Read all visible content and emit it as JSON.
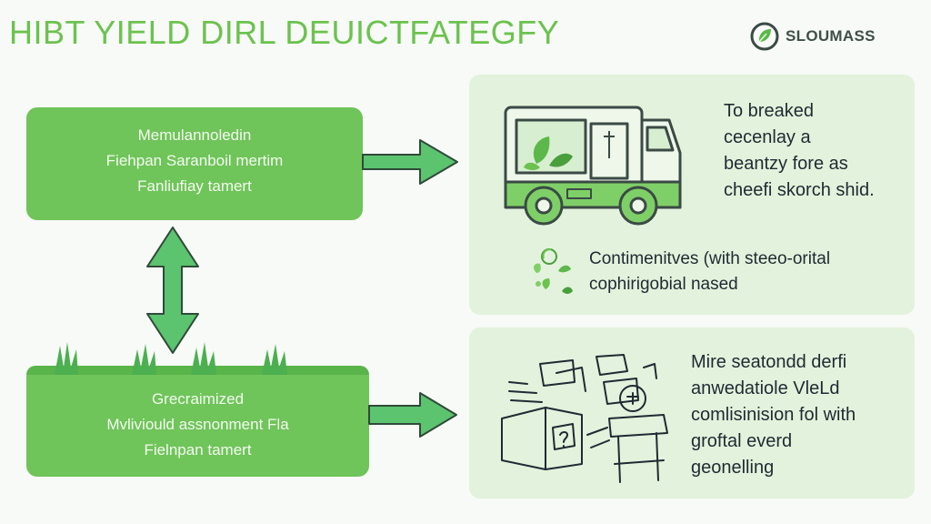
{
  "header": {
    "title": "HIBT YIELD DIRL DEUICTFATEGFY",
    "brand_name": "SLOUMASS"
  },
  "left_boxes": {
    "top": {
      "lines": [
        "Memulannoledin",
        "Fiehpan Saranboil mertim",
        "Fanliufiay tamert"
      ]
    },
    "bottom": {
      "lines": [
        "Grecraimized",
        "Mvliviould assnonment Fla",
        "Fielnpan tamert"
      ]
    }
  },
  "panel_top": {
    "text_lines": [
      "To breaked",
      "cecenlay a",
      "beantzy fore as",
      "cheefi skorch shid."
    ],
    "note_lines": [
      "Contimenitves (with steeo-orital",
      "cophirigobial nased"
    ]
  },
  "panel_bottom": {
    "text_lines": [
      "Mire seatondd derfi",
      "anwedatiole VleLd",
      "comlisinision fol with",
      "groftal everd",
      "geonelling"
    ]
  },
  "icons": {
    "logo": "leaf-logo-icon",
    "truck": "delivery-truck-icon",
    "plant_cluster": "plant-cluster-icon",
    "workstation": "workstation-sketch-icon",
    "grass": "grass-tuft-icon",
    "arrow_right": "arrow-right-icon",
    "arrow_updown": "double-arrow-vertical-icon"
  },
  "colors": {
    "accent_green": "#6fc45a",
    "title_green": "#6cc24f",
    "arrow_green": "#5cc36f",
    "panel_bg": "#e3f2dc",
    "outline_dark": "#3b4a45"
  }
}
